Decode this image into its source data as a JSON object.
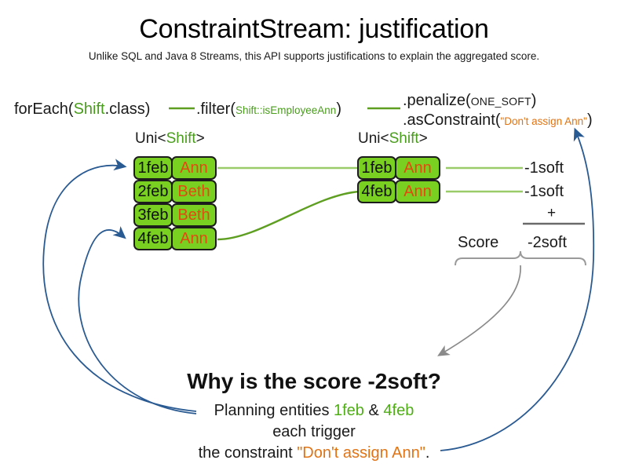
{
  "title": "ConstraintStream: justification",
  "subtitle": "Unlike SQL and Java 8 Streams, this API supports justifications to explain the aggregated score.",
  "pipeline": {
    "for_each": {
      "call": "forEach(",
      "type": "Shift",
      "tail": ".class)"
    },
    "filter": {
      "call": ".filter(",
      "arg": "Shift::isEmployeeAnn",
      "tail": ")"
    },
    "penalize": {
      "call": ".penalize(",
      "arg": "ONE_SOFT",
      "tail": ")"
    },
    "as_constraint": {
      "call": ".asConstraint(",
      "arg": "\"Don't assign Ann\"",
      "tail": ")"
    },
    "stream_type_left": {
      "prefix": "Uni<",
      "type": "Shift",
      "suffix": ">"
    },
    "stream_type_right": {
      "prefix": "Uni<",
      "type": "Shift",
      "suffix": ">"
    }
  },
  "left_table": {
    "rows": [
      {
        "date": "1feb",
        "employee": "Ann"
      },
      {
        "date": "2feb",
        "employee": "Beth"
      },
      {
        "date": "3feb",
        "employee": "Beth"
      },
      {
        "date": "4feb",
        "employee": "Ann"
      }
    ]
  },
  "right_table": {
    "rows": [
      {
        "date": "1feb",
        "employee": "Ann"
      },
      {
        "date": "4feb",
        "employee": "Ann"
      }
    ]
  },
  "scores": {
    "penalties": [
      "-1soft",
      "-1soft"
    ],
    "operator": "+",
    "label": "Score",
    "total": "-2soft"
  },
  "explanation": {
    "heading": "Why is the score -2soft?",
    "line1_pre": "Planning entities ",
    "line1_entity_a": "1feb",
    "line1_amp": " & ",
    "line1_entity_b": "4feb",
    "line2": "each trigger",
    "line3_pre": "the constraint ",
    "line3_constraint": "\"Don't assign Ann\"",
    "line3_post": "."
  },
  "colors": {
    "card_green": "#79d021",
    "employee_orange": "#e04b10",
    "keyword_green": "#4a9c1e",
    "string_orange": "#e07415",
    "arrow_blue": "#2a5a92",
    "arrow_gray": "#8a8a8a",
    "link_green_light": "#9acd6a",
    "link_green_dark": "#5e9e21"
  }
}
